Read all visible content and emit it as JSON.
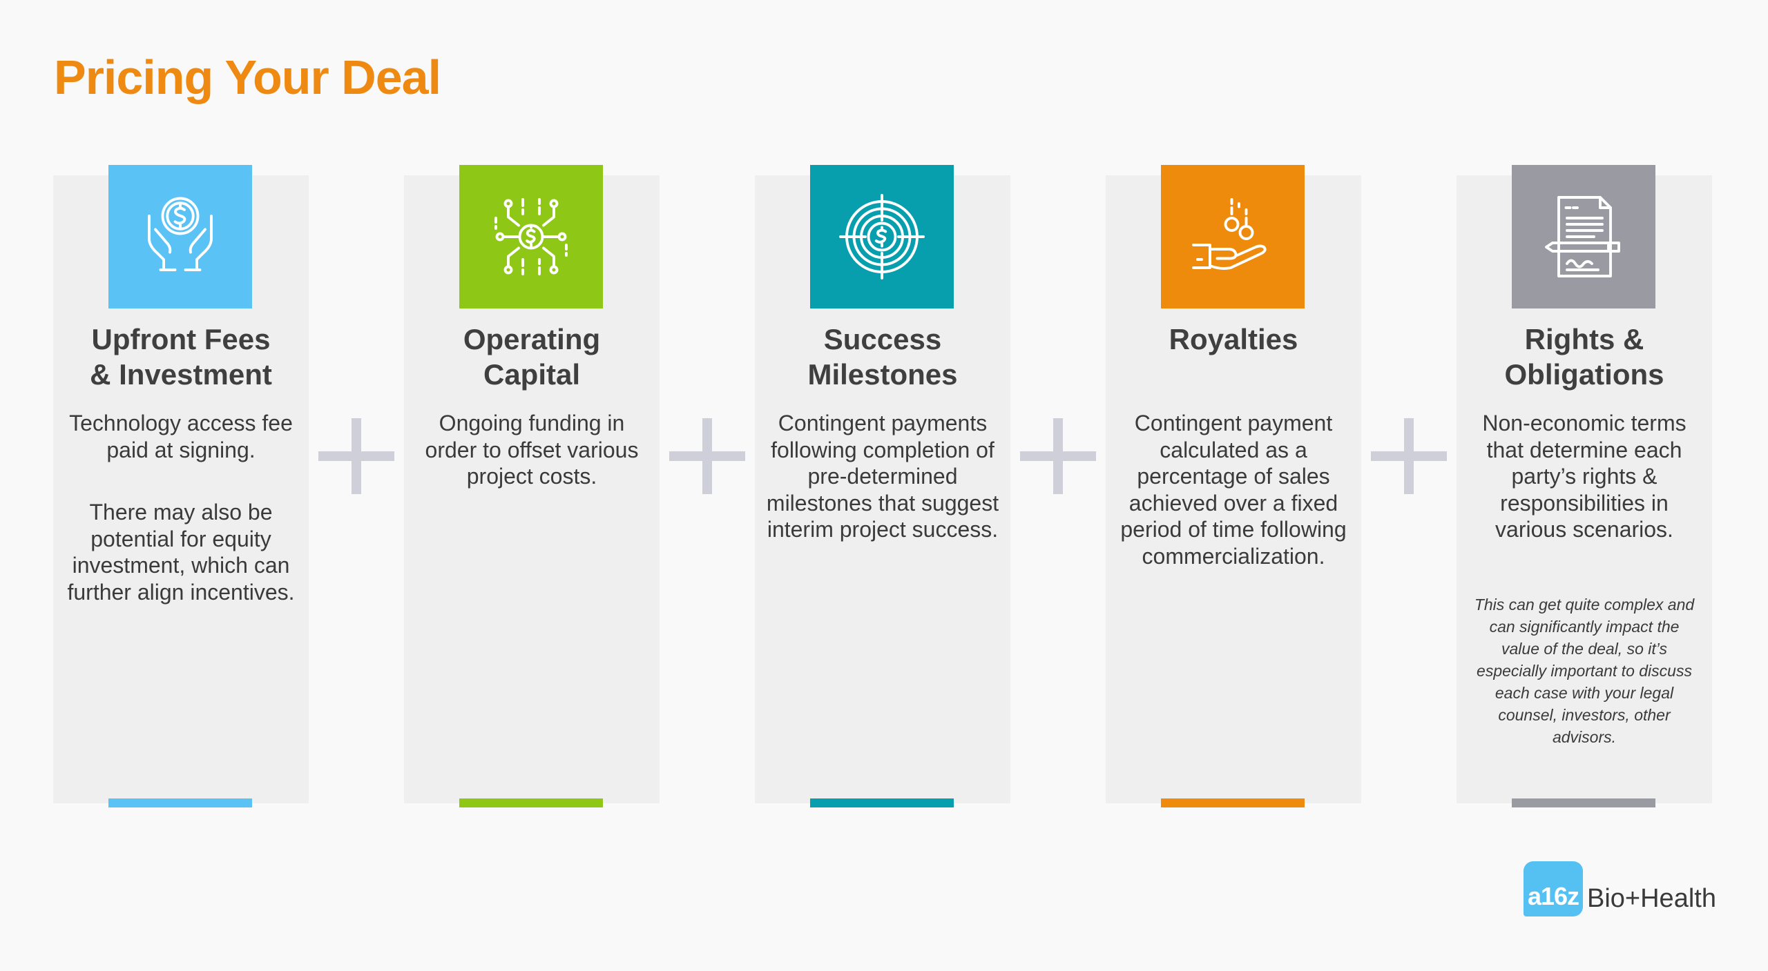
{
  "page": {
    "title": "Pricing Your Deal",
    "accent_color": "#ee8a12"
  },
  "cards": [
    {
      "icon": "hands-dollar-icon",
      "color": "#5bc2f5",
      "title": "Upfront Fees & Investment",
      "title_lines": [
        "Upfront Fees",
        "& Investment"
      ],
      "body": [
        "Technology access fee paid at signing.",
        "There may also be potential for equity investment, which can further align incentives."
      ],
      "note": ""
    },
    {
      "icon": "circuit-dollar-icon",
      "color": "#8ec716",
      "title": "Operating Capital",
      "title_lines": [
        "Operating",
        "Capital"
      ],
      "body": [
        "Ongoing funding in order to offset various project costs."
      ],
      "note": ""
    },
    {
      "icon": "target-dollar-icon",
      "color": "#079fad",
      "title": "Success Milestones",
      "title_lines": [
        "Success",
        "Milestones"
      ],
      "body": [
        "Contingent payments following completion of pre-determined milestones that suggest interim project success."
      ],
      "note": ""
    },
    {
      "icon": "hand-coins-icon",
      "color": "#ee8a0c",
      "title": "Royalties",
      "title_lines": [
        "Royalties"
      ],
      "body": [
        "Contingent payment calculated as  a percentage of sales achieved over a fixed period of time following commercialization."
      ],
      "note": ""
    },
    {
      "icon": "document-pen-icon",
      "color": "#9a9aa2",
      "title": "Rights & Obligations",
      "title_lines": [
        "Rights &",
        "Obligations"
      ],
      "body": [
        "Non-economic terms that determine each party’s rights & responsibilities in various scenarios."
      ],
      "note": "This can get quite complex and can significantly impact the value of the deal, so it’s especially important to discuss each case with your legal counsel, investors, other advisors."
    }
  ],
  "logo": {
    "badge": "a16z",
    "text": "Bio+Health",
    "color": "#55c1f3"
  }
}
